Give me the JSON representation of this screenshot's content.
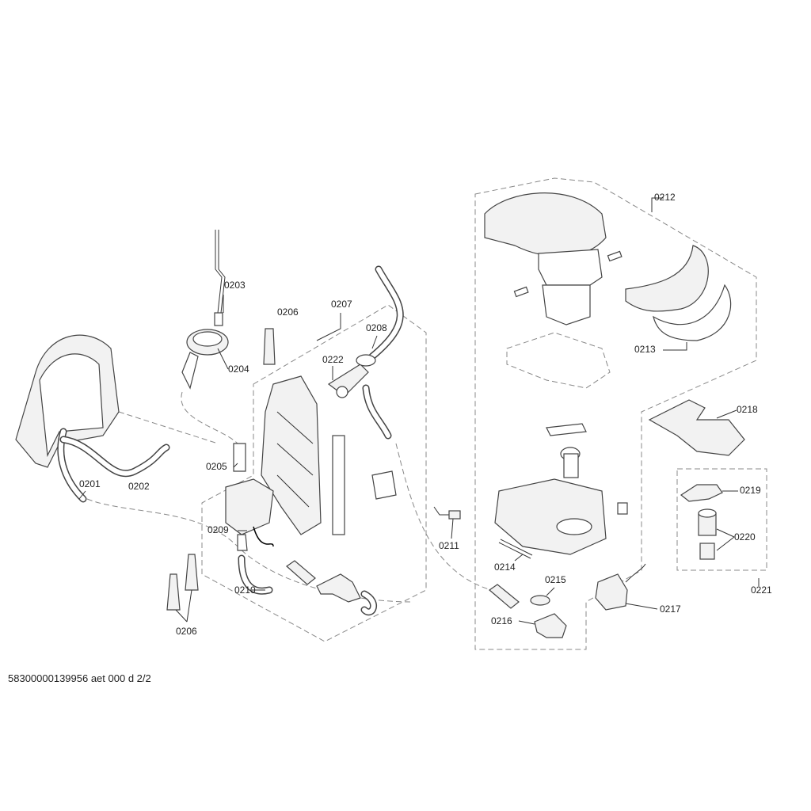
{
  "labels": {
    "p0201": "0201",
    "p0202": "0202",
    "p0203": "0203",
    "p0204": "0204",
    "p0205": "0205",
    "p0206a": "0206",
    "p0206b": "0206",
    "p0207": "0207",
    "p0208": "0208",
    "p0209": "0209",
    "p0210": "0210",
    "p0211": "0211",
    "p0212": "0212",
    "p0213": "0213",
    "p0214": "0214",
    "p0215": "0215",
    "p0216": "0216",
    "p0217": "0217",
    "p0218": "0218",
    "p0219": "0219",
    "p0220": "0220",
    "p0221": "0221",
    "p0222": "0222"
  },
  "footer": "58300000139956 aet 000 d 2/2"
}
